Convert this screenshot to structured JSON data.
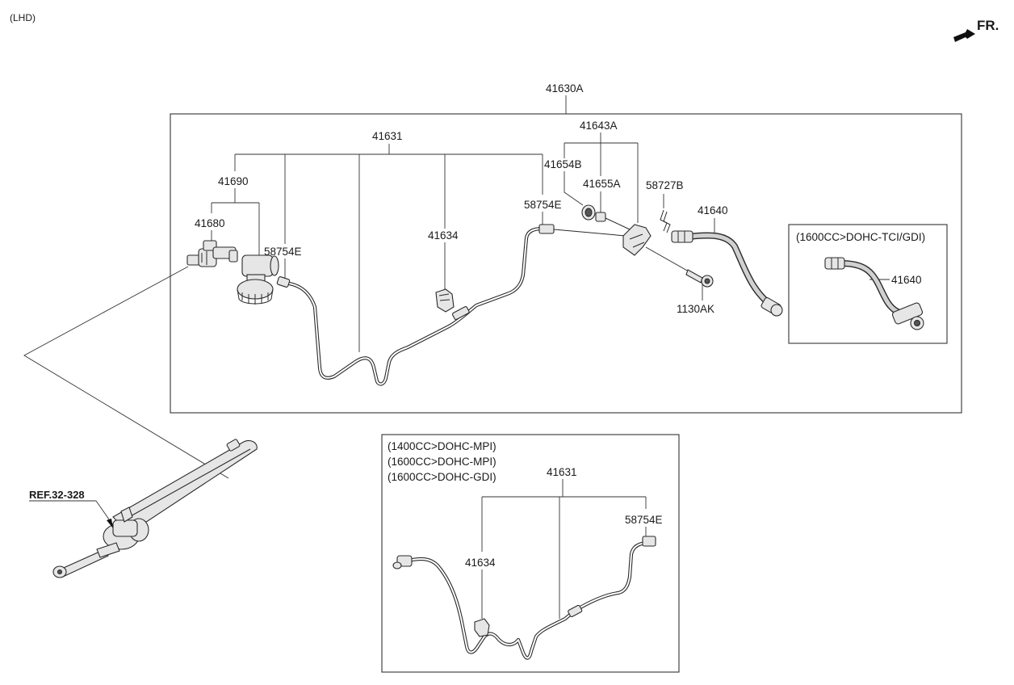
{
  "header": {
    "variant_label": "(LHD)",
    "direction_label": "FR."
  },
  "main_frame": {
    "assembly_label": "41630A",
    "labels": {
      "l41631": "41631",
      "l41690": "41690",
      "l41680": "41680",
      "l58754e_left": "58754E",
      "l41634": "41634",
      "l58754e_right": "58754E",
      "l41643a": "41643A",
      "l41654b": "41654B",
      "l41655a": "41655A",
      "l58727b": "58727B",
      "l41640": "41640",
      "l1130ak": "1130AK"
    }
  },
  "inset_right": {
    "title": "(1600CC>DOHC-TCI/GDI)",
    "part_label": "41640"
  },
  "inset_bottom": {
    "title_lines": [
      "(1400CC>DOHC-MPI)",
      "(1600CC>DOHC-MPI)",
      "(1600CC>DOHC-GDI)"
    ],
    "l41631": "41631",
    "l58754e": "58754E",
    "l41634": "41634"
  },
  "reference": {
    "label": "REF.32-328"
  },
  "icons": {
    "direction": "arrow-front-icon"
  }
}
